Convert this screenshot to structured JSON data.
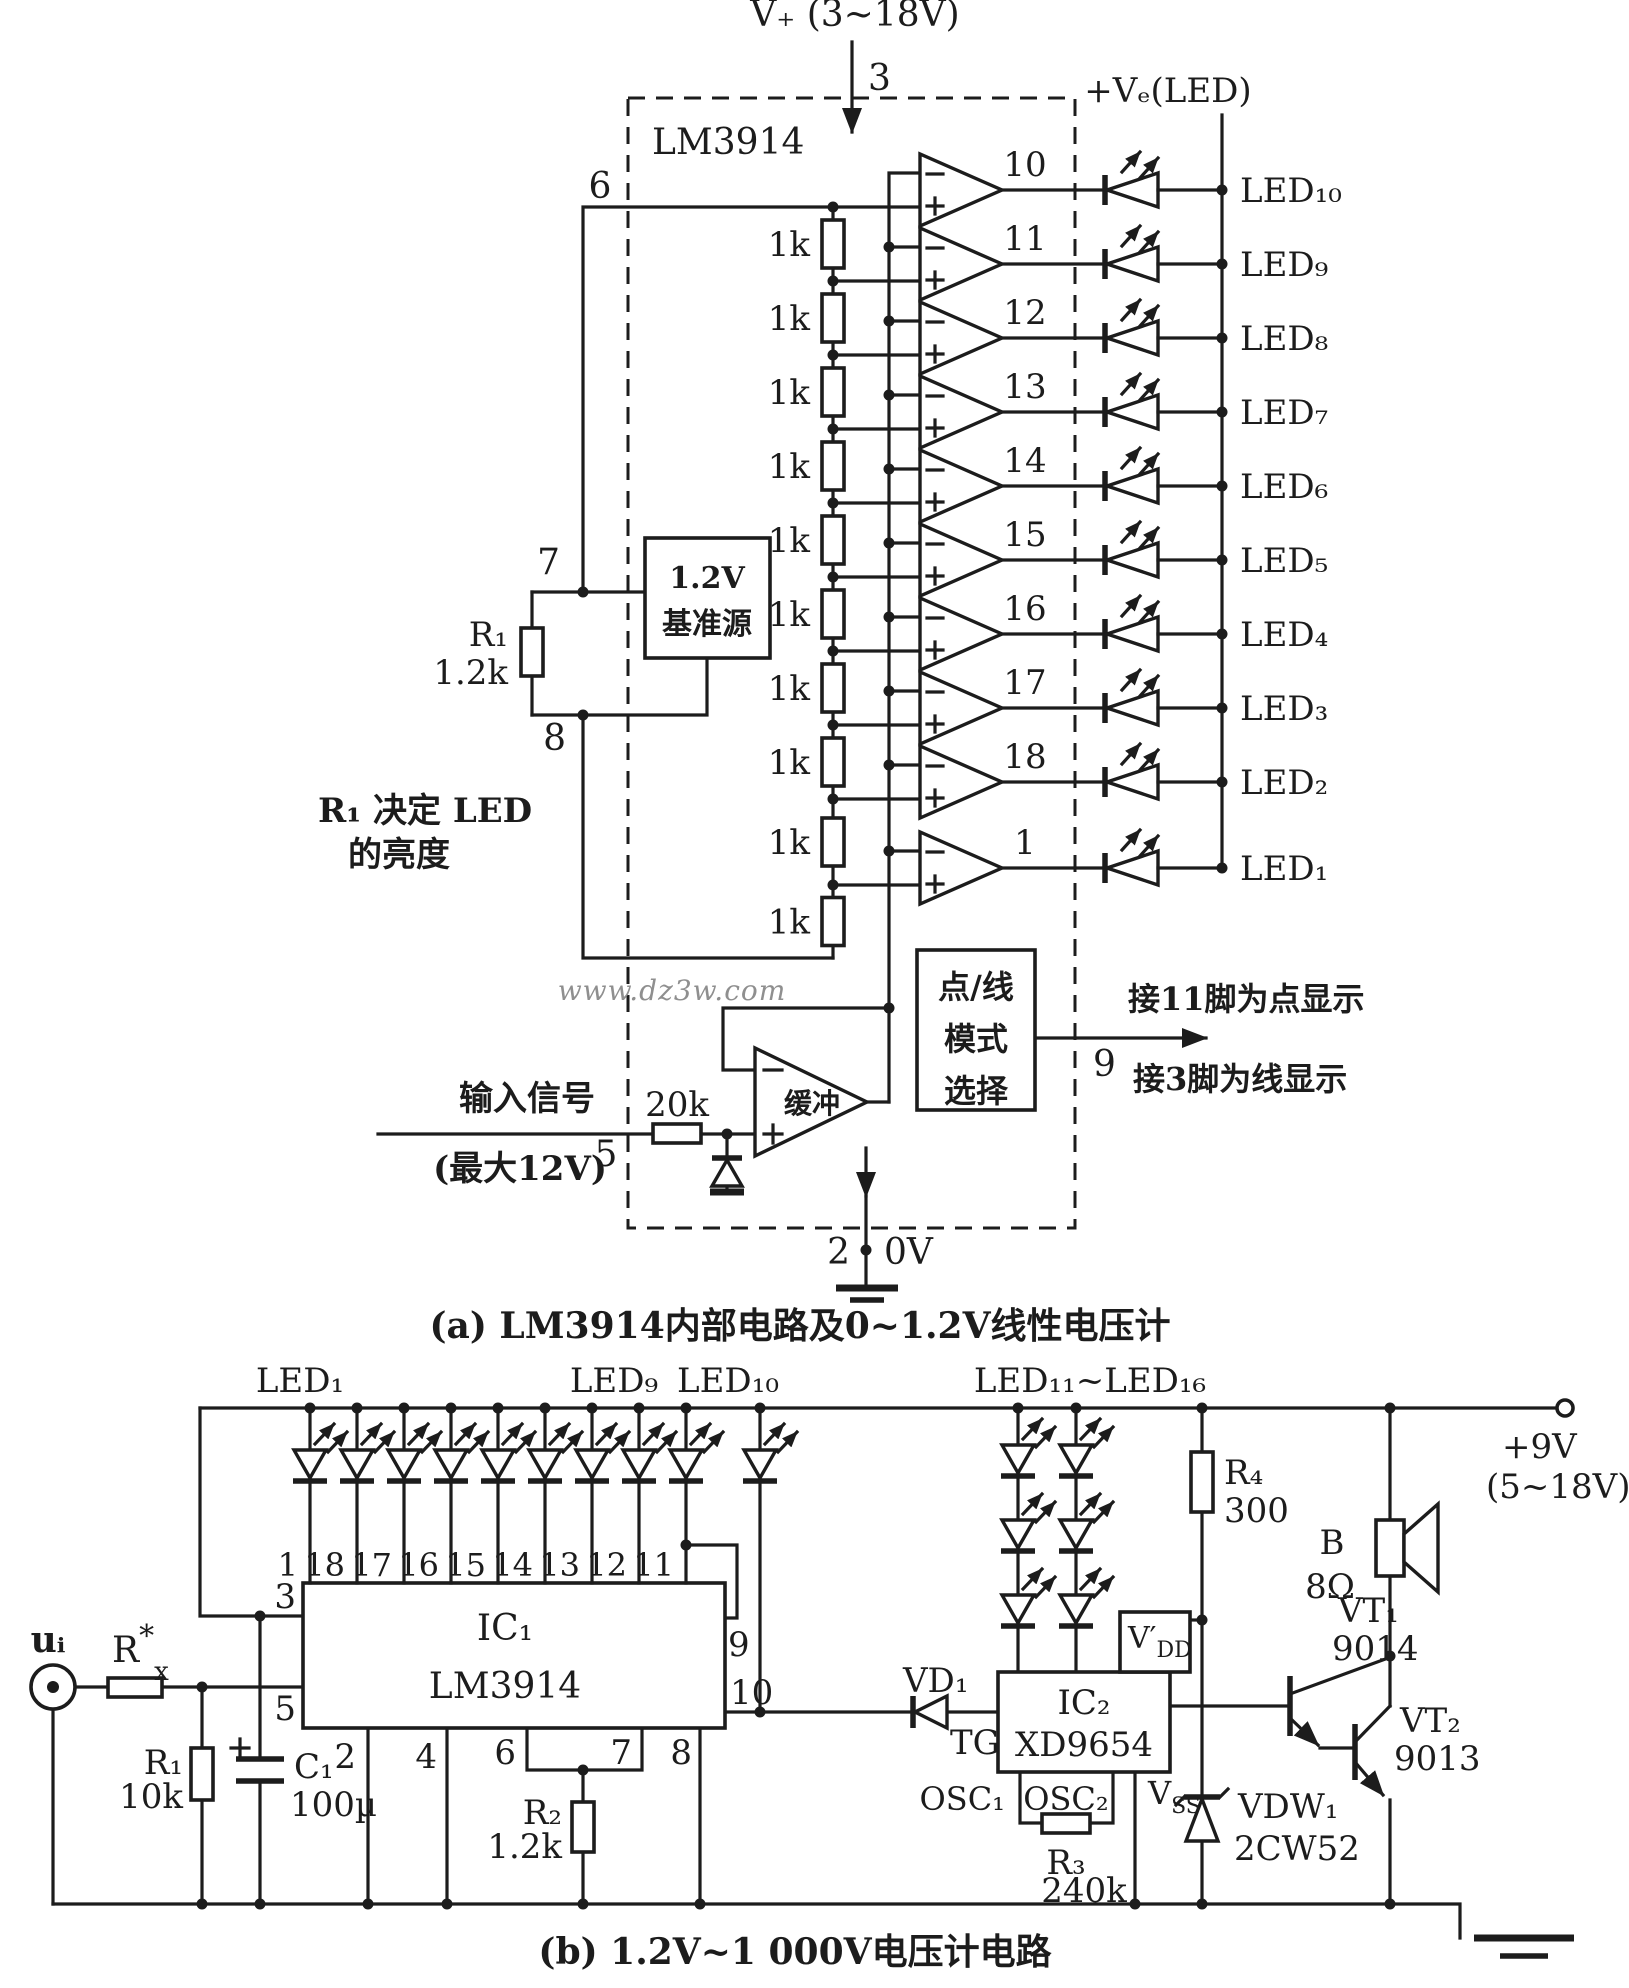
{
  "watermark": "www.dz3w.com",
  "colors": {
    "ink": "#1c1c1c",
    "paper": "#ffffff",
    "watermark": "#8f8f8f"
  },
  "circuit_a": {
    "caption": "(a) LM3914内部电路及0~1.2V线性电压计",
    "chip": "LM3914",
    "supply": "V₊ (3~18V)",
    "led_rail": "+Vₑ(LED)",
    "ref_box": {
      "line1": "1.2V",
      "line2": "基准源"
    },
    "r1": {
      "name": "R₁",
      "value": "1.2k"
    },
    "r1_note_line1": "R₁ 决定 LED",
    "r1_note_line2": "的亮度",
    "ladder": {
      "value": "1k"
    },
    "pins": {
      "p2": "2",
      "p3": "3",
      "p5": "5",
      "p6": "6",
      "p7": "7",
      "p8": "8",
      "p9": "9"
    },
    "zero_v": "0V",
    "comparator_pins": [
      "10",
      "11",
      "12",
      "13",
      "14",
      "15",
      "16",
      "17",
      "18",
      "1"
    ],
    "led_labels": [
      "LED₁₀",
      "LED₉",
      "LED₈",
      "LED₇",
      "LED₆",
      "LED₅",
      "LED₄",
      "LED₃",
      "LED₂",
      "LED₁"
    ],
    "buffer": "缓冲",
    "input_r": "20k",
    "input_label": "输入信号",
    "input_max": "(最大12V)",
    "mode_box": {
      "line1": "点/线",
      "line2": "模式",
      "line3": "选择"
    },
    "mode_note_dot": "接11脚为点显示",
    "mode_note_line": "接3脚为线显示"
  },
  "circuit_b": {
    "caption": "(b) 1.2V~1 000V电压计电路",
    "input": "uᵢ",
    "rx": {
      "base": "R",
      "sup": "*",
      "sub": "x"
    },
    "r1": {
      "name": "R₁",
      "value": "10k"
    },
    "c1": {
      "name": "C₁",
      "value": "100µ"
    },
    "ic1": {
      "name": "IC₁",
      "part": "LM3914"
    },
    "ic2": {
      "name": "IC₂",
      "part": "XD9654"
    },
    "top_pins": [
      "1",
      "18",
      "17",
      "16",
      "15",
      "14",
      "13",
      "12",
      "11"
    ],
    "bottom_pins": {
      "p2": "2",
      "p4": "4",
      "p6": "6",
      "p7": "7",
      "p8": "8"
    },
    "left_pins": {
      "p3": "3",
      "p5": "5"
    },
    "right_pins": {
      "p9": "9",
      "p10": "10"
    },
    "led1": "LED₁",
    "led9": "LED₉",
    "led10": "LED₁₀",
    "led_range": "LED₁₁~LED₁₆",
    "vd1": "VD₁",
    "tg": "TG",
    "vdd": {
      "base": "V′",
      "sub": "DD"
    },
    "vss": {
      "base": "V",
      "sub": "SS"
    },
    "osc1": "OSC₁",
    "osc2": "OSC₂",
    "r2": {
      "name": "R₂",
      "value": "1.2k"
    },
    "r3": {
      "name": "R₃",
      "value": "240k"
    },
    "r4": {
      "name": "R₄",
      "value": "300"
    },
    "vt1": {
      "name": "VT₁",
      "part": "9014"
    },
    "vt2": {
      "name": "VT₂",
      "part": "9013"
    },
    "vdw1": {
      "name": "VDW₁",
      "part": "2CW52"
    },
    "speaker": {
      "name": "B",
      "value": "8Ω"
    },
    "supply": "+9V",
    "supply_range": "(5~18V)"
  }
}
